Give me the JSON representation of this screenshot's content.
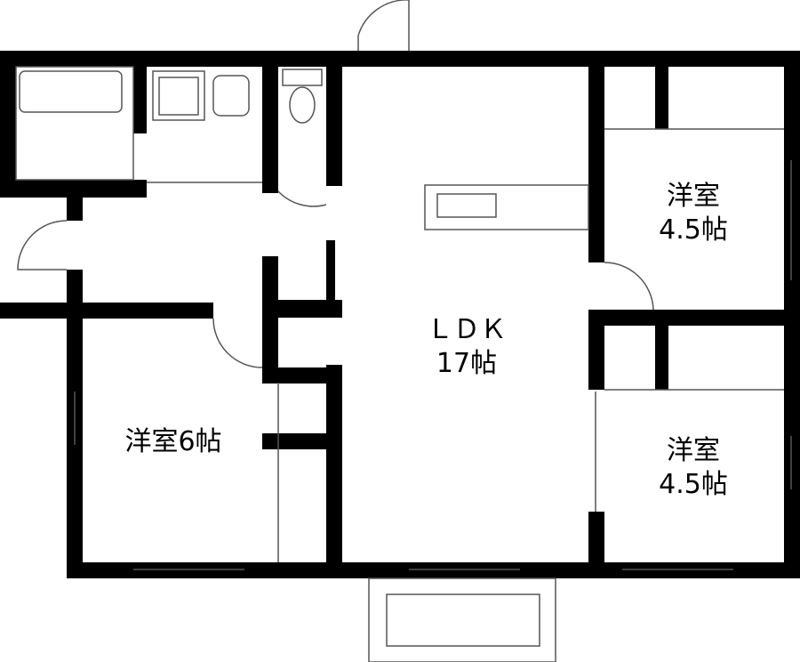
{
  "rooms": {
    "ldk": {
      "name": "ＬＤＫ",
      "size": "17帖"
    },
    "western_top_right": {
      "name": "洋室",
      "size": "4.5帖"
    },
    "western_bottom_right": {
      "name": "洋室",
      "size": "4.5帖"
    },
    "western_left": {
      "label": "洋室6帖"
    }
  },
  "colors": {
    "wall": "#000000",
    "line": "#555555",
    "background": "#ffffff"
  }
}
